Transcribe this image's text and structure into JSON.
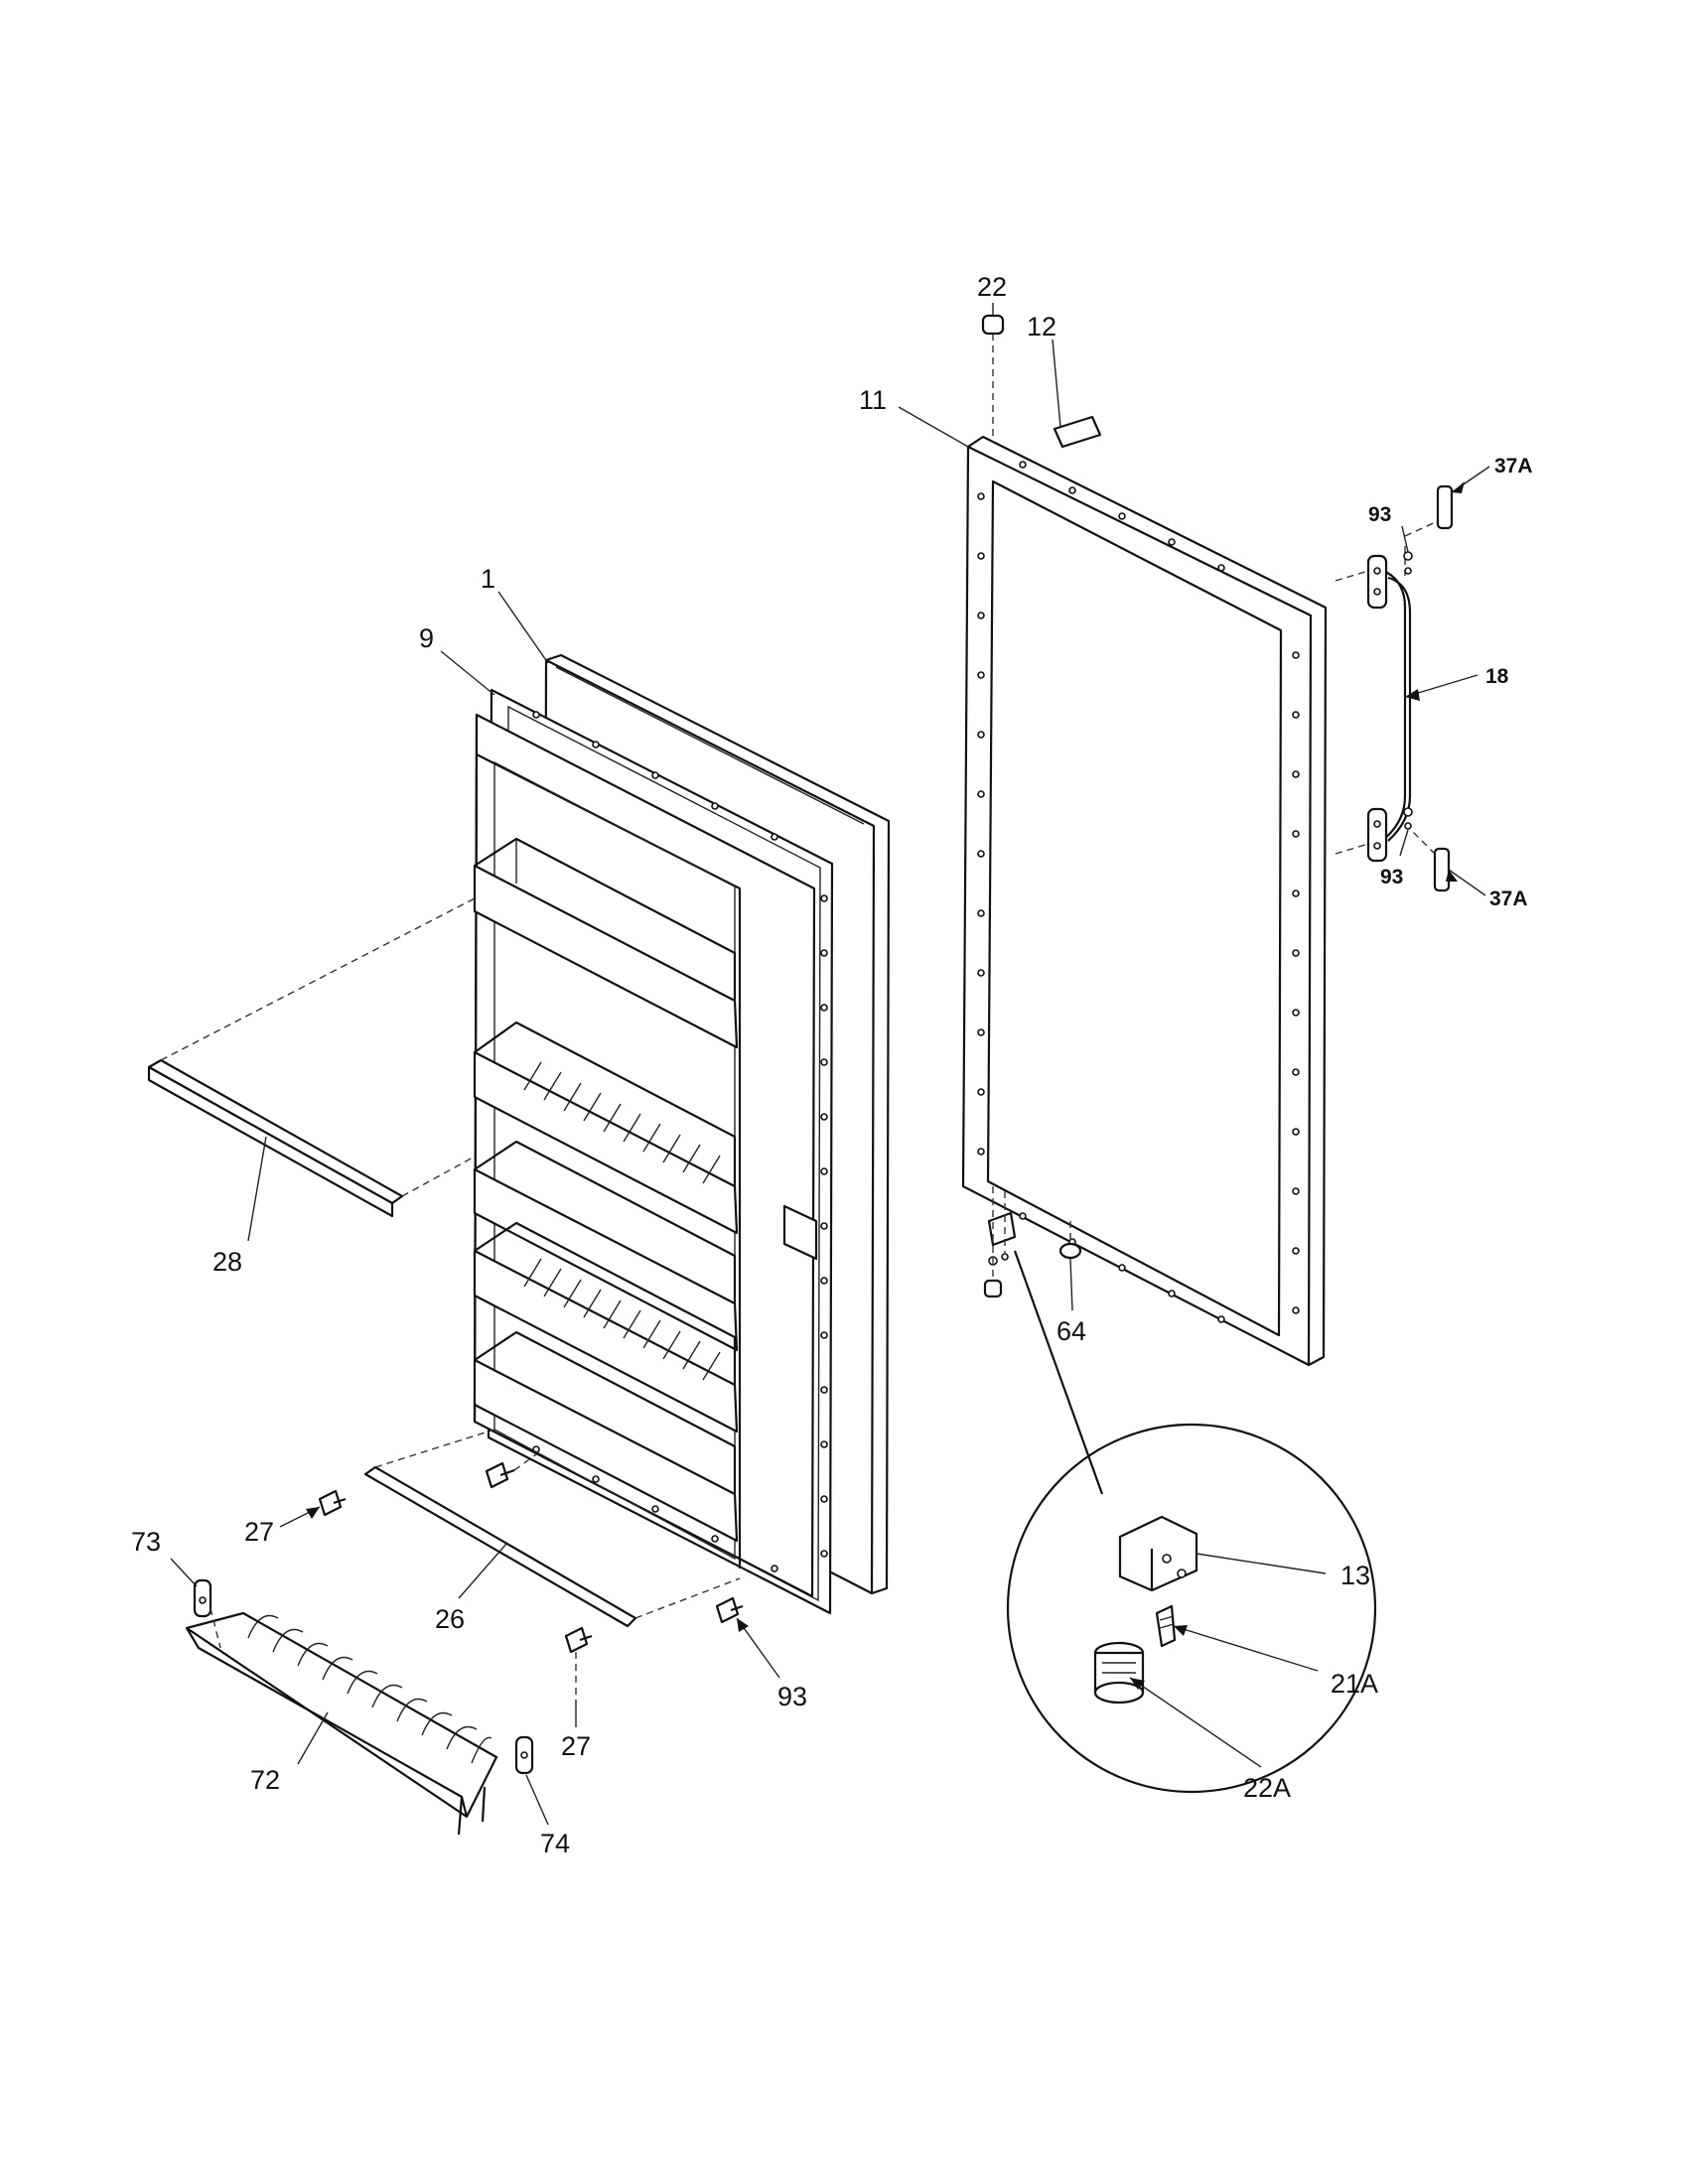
{
  "callouts": {
    "c1": "1",
    "c9": "9",
    "c11": "11",
    "c12": "12",
    "c22": "22",
    "c93_top": "93",
    "c37A_top": "37A",
    "c18": "18",
    "c93_mid": "93",
    "c37A_bottom": "37A",
    "c28": "28",
    "c64": "64",
    "c27_left": "27",
    "c27_bottom": "27",
    "c26": "26",
    "c73": "73",
    "c93_bottom": "93",
    "c72": "72",
    "c74": "74",
    "c13": "13",
    "c21A": "21A",
    "c22A": "22A"
  }
}
